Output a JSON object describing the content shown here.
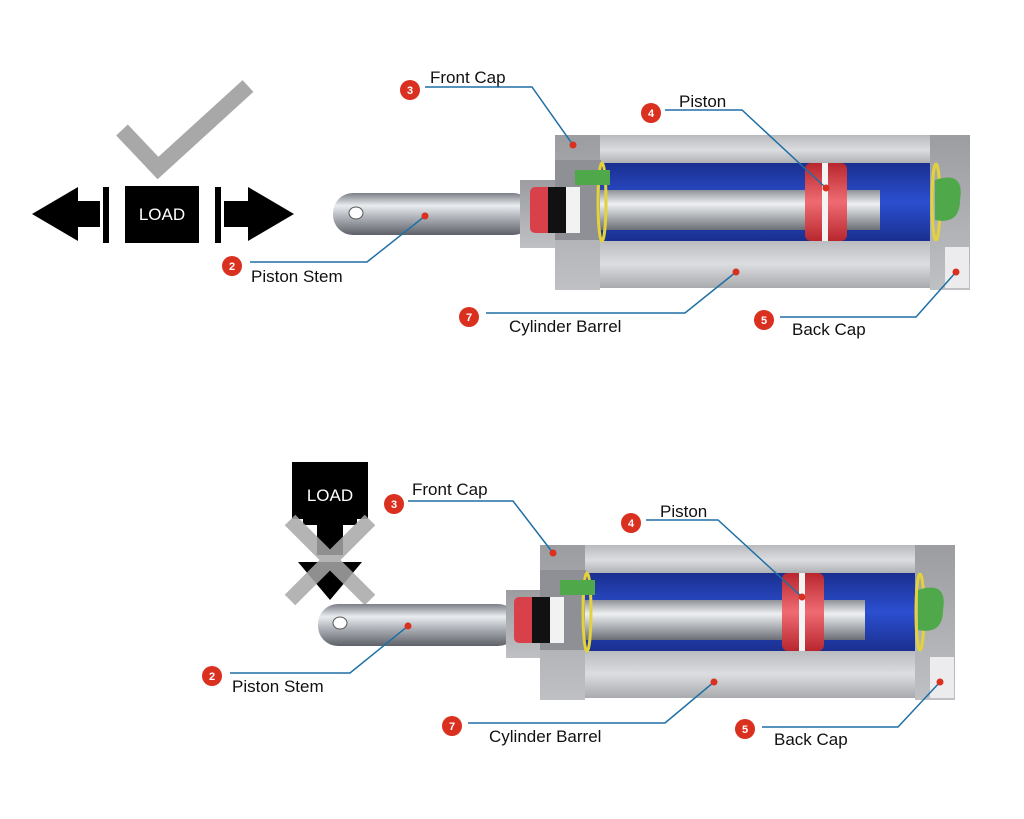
{
  "colors": {
    "leader": "#1f6fa5",
    "badge": "#d9301f",
    "cap_gray": "#a9aaae",
    "barrel_gray": "#c9cacd",
    "fluid_blue": "#1d3bb3",
    "seal_red": "#d8414a",
    "seal_green": "#4fa84a",
    "ring_yellow": "#e4d23a",
    "check_gray": "#a8a8a8",
    "load_black": "#000000"
  },
  "diagrams": [
    {
      "load_label": "LOAD",
      "load_mode": "axial",
      "verdict_icon": "check-mark-icon",
      "parts": [
        {
          "number": "3",
          "name": "Front Cap"
        },
        {
          "number": "4",
          "name": "Piston"
        },
        {
          "number": "2",
          "name": "Piston Stem"
        },
        {
          "number": "7",
          "name": "Cylinder Barrel"
        },
        {
          "number": "5",
          "name": "Back Cap"
        }
      ]
    },
    {
      "load_label": "LOAD",
      "load_mode": "side",
      "verdict_icon": "x-mark-icon",
      "parts": [
        {
          "number": "3",
          "name": "Front Cap"
        },
        {
          "number": "4",
          "name": "Piston"
        },
        {
          "number": "2",
          "name": "Piston Stem"
        },
        {
          "number": "7",
          "name": "Cylinder Barrel"
        },
        {
          "number": "5",
          "name": "Back Cap"
        }
      ]
    }
  ]
}
